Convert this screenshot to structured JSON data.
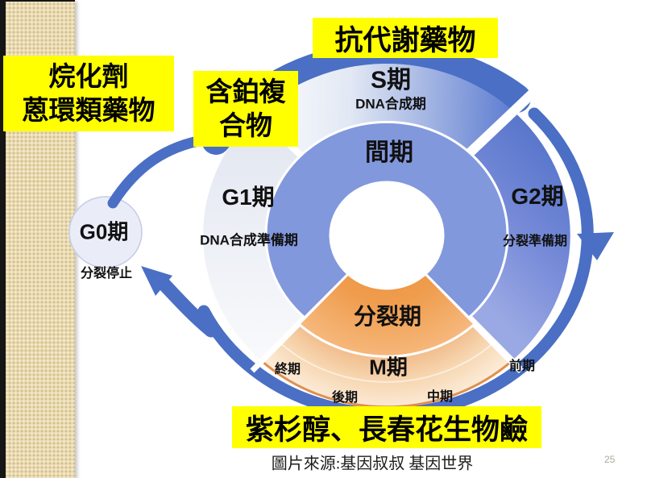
{
  "slide": {
    "caption": "圖片來源:基因叔叔 基因世界",
    "page_number": "25"
  },
  "drug_labels": {
    "alkylating_line1": "烷化劑",
    "alkylating_line2": "蒽環類藥物",
    "platinum_line1": "含鉑複",
    "platinum_line2": "合物",
    "antimetabolite": "抗代謝藥物",
    "mitotic_inhibitors": "紫杉醇、長春花生物鹼"
  },
  "cycle": {
    "g0": {
      "label": "G0期",
      "sub": "分裂停止"
    },
    "g1": {
      "label": "G1期",
      "sub": "DNA合成準備期"
    },
    "s": {
      "label": "S期",
      "sub": "DNA合成期"
    },
    "g2": {
      "label": "G2期",
      "sub": "分裂準備期"
    },
    "interphase": "間期",
    "mitosis_wedge": "分裂期",
    "m": {
      "label": "M期",
      "prophase": "前期",
      "metaphase": "中期",
      "anaphase": "後期",
      "telophase": "終期"
    }
  },
  "colors": {
    "highlight_yellow": "#ffff00",
    "ring_blue": "#4a6fc4",
    "interphase_blue": "#8298dd",
    "g2_blue": "#5f7cd0",
    "mitosis_orange": "#ef9c4c",
    "m_band_peach": "#f7d7b2",
    "stripe_beige": "#e8d8ac"
  }
}
